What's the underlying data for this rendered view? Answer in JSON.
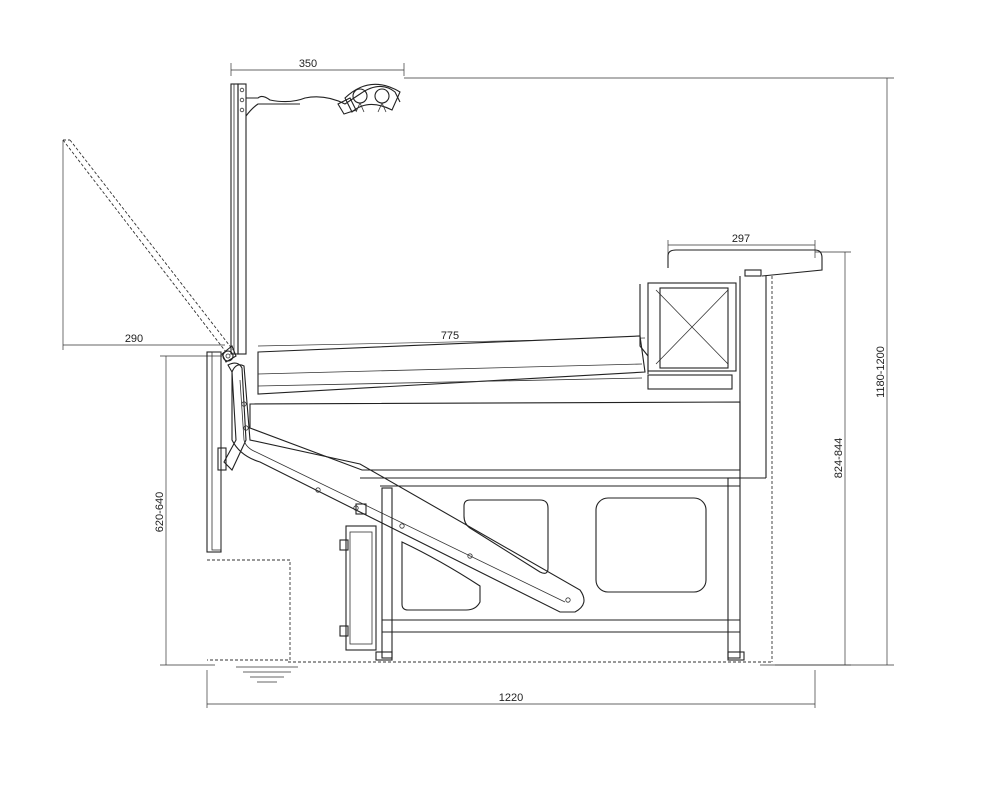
{
  "dimensions": {
    "canopy_width": "350",
    "glass_offset": "290",
    "display_depth": "775",
    "top_shelf_depth": "297",
    "total_height": "1180-1200",
    "counter_height": "824-844",
    "base_height": "620-640",
    "total_depth": "1220"
  }
}
